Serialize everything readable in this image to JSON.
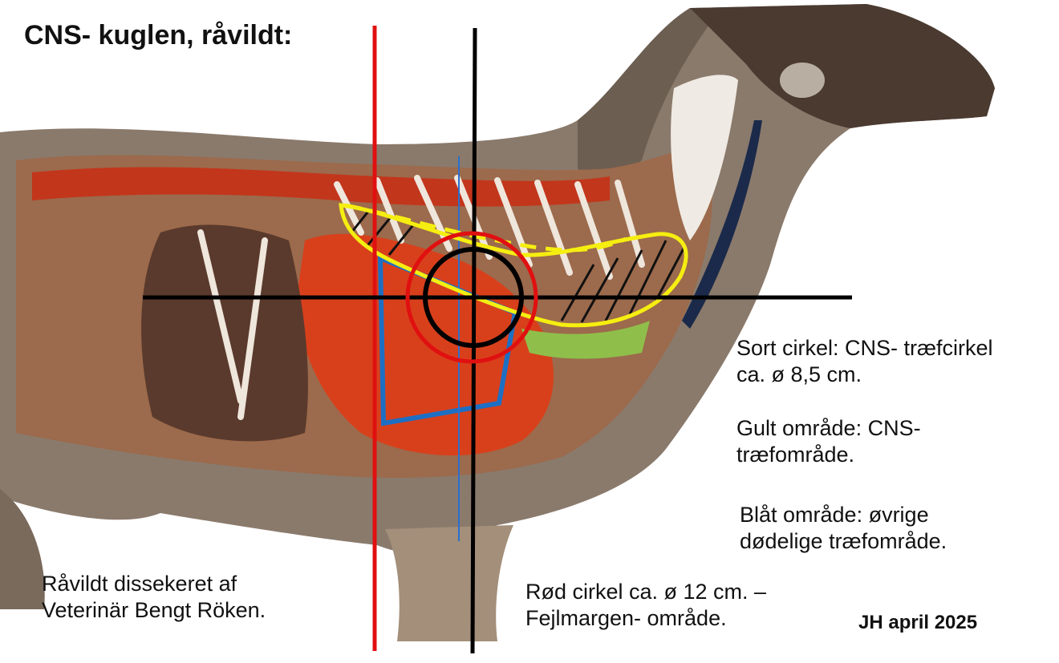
{
  "title": "CNS- kuglen, råvildt:",
  "legend": {
    "black_circle": [
      "Sort cirkel: CNS- træfcirkel",
      "ca. ø 8,5 cm."
    ],
    "yellow_area": [
      "Gult område: CNS-",
      "træfområde."
    ],
    "blue_area": [
      "Blåt område: øvrige",
      "dødelige træfområde."
    ]
  },
  "red_circle": [
    "Rød cirkel ca. ø 12 cm. –",
    "Fejlmargen- område."
  ],
  "credit": [
    "Råvildt dissekeret af",
    "Veterinär Bengt Röken."
  ],
  "signature": "JH april 2025",
  "colors": {
    "red": "#e01010",
    "black": "#000000",
    "yellow": "#f5ee10",
    "blue": "#1d6fc4",
    "hide": "#7a6a5c",
    "tissue": "#c2361c"
  }
}
